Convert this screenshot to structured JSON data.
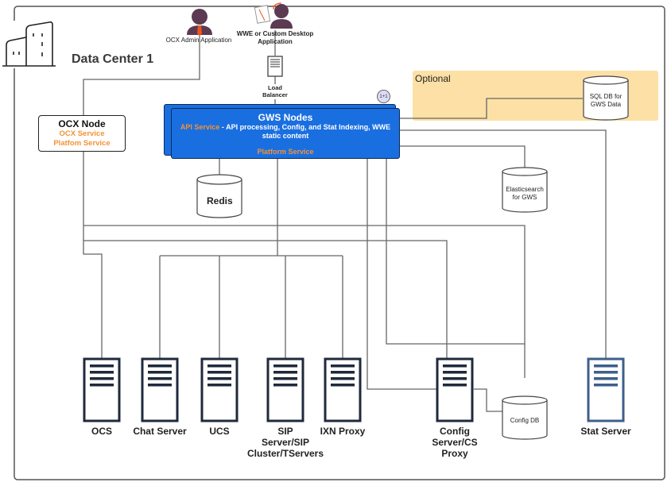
{
  "diagram": {
    "region_title": "Data Center 1",
    "optional_group": {
      "label": "Optional",
      "color": "#fde0a6"
    },
    "actors": [
      {
        "id": "ocx-admin",
        "label": "OCX Admin Application"
      },
      {
        "id": "wwe",
        "label": "WWE or Custom Desktop Application"
      }
    ],
    "load_balancer": {
      "label_line1": "Load",
      "label_line2": "Balancer"
    },
    "ocx_node": {
      "title": "OCX Node",
      "service1": "OCX Service",
      "service2": "Platfom Service"
    },
    "gws_nodes": {
      "title": "GWS Nodes",
      "api_service": "API Service",
      "api_desc": " - API processing, Config, and Stat Indexing, WWE static content",
      "platform_service": "Platform Service",
      "badge": "1+1",
      "color": "#1a6fe0",
      "accent": "#f39237"
    },
    "databases": [
      {
        "id": "redis",
        "label": "Redis"
      },
      {
        "id": "elasticsearch",
        "label_line1": "Elasticsearch",
        "label_line2": "for GWS"
      },
      {
        "id": "sql-db",
        "label_line1": "SQL DB for",
        "label_line2": "GWS Data"
      },
      {
        "id": "config-db",
        "label": "Config DB"
      }
    ],
    "servers": [
      {
        "id": "ocs",
        "label": "OCS"
      },
      {
        "id": "chat-server",
        "label": "Chat Server"
      },
      {
        "id": "ucs",
        "label": "UCS"
      },
      {
        "id": "sip-server",
        "label_line1": "SIP",
        "label_line2": "Server/SIP",
        "label_line3": "Cluster/TServers"
      },
      {
        "id": "ixn-proxy",
        "label": "IXN Proxy"
      },
      {
        "id": "config-server",
        "label_line1": "Config",
        "label_line2": "Server/CS",
        "label_line3": "Proxy"
      },
      {
        "id": "stat-server",
        "label": "Stat Server"
      }
    ]
  }
}
